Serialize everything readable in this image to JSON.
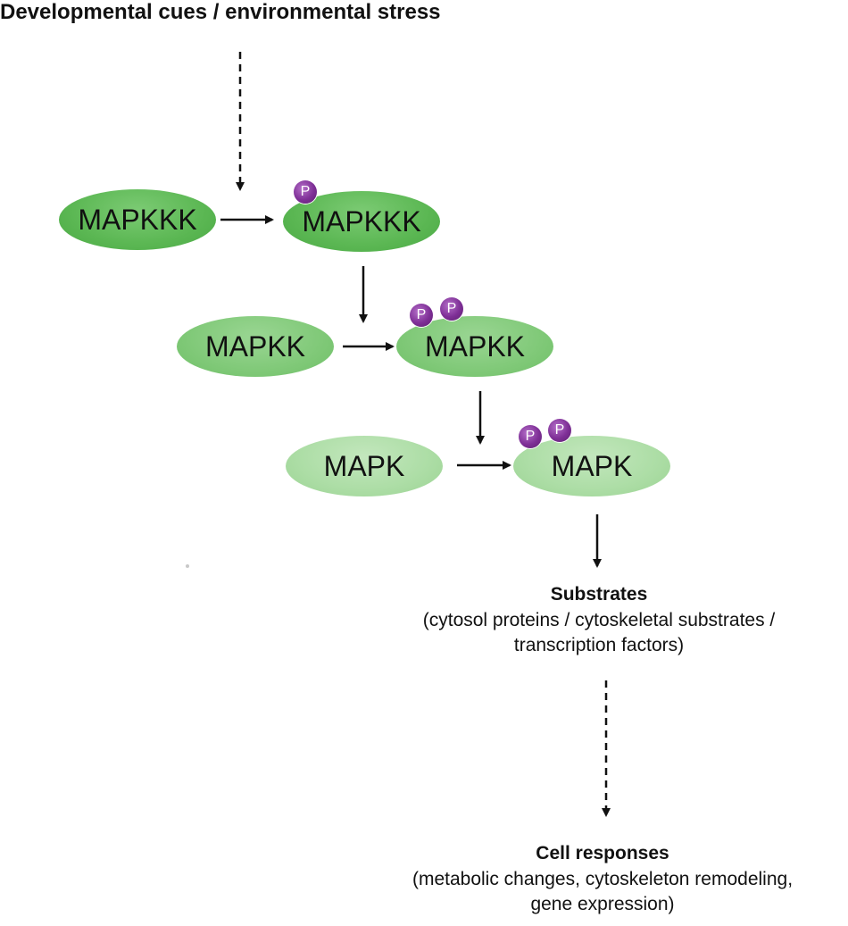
{
  "input_label": "Developmental cues / environmental stress",
  "inactive_nodes": [
    {
      "label": "MAPKKK"
    },
    {
      "label": "MAPKK"
    },
    {
      "label": "MAPK"
    }
  ],
  "active_nodes": [
    {
      "label": "MAPKKK",
      "phospho": [
        "P"
      ]
    },
    {
      "label": "MAPKK",
      "phospho": [
        "P",
        "P"
      ]
    },
    {
      "label": "MAPK",
      "phospho": [
        "P",
        "P"
      ]
    }
  ],
  "substrates": {
    "title": "Substrates",
    "line1": "(cytosol proteins / cytoskeletal substrates /",
    "line2": "transcription factors)"
  },
  "cell_responses": {
    "title": "Cell responses",
    "line1": "(metabolic changes, cytoskeleton remodeling,",
    "line2": "gene expression)"
  },
  "colors": {
    "mapkkk": "#5bb753",
    "mapkk": "#80c978",
    "mapk": "#acdda5",
    "phospho": "#7e2f96",
    "arrow": "#111111"
  }
}
